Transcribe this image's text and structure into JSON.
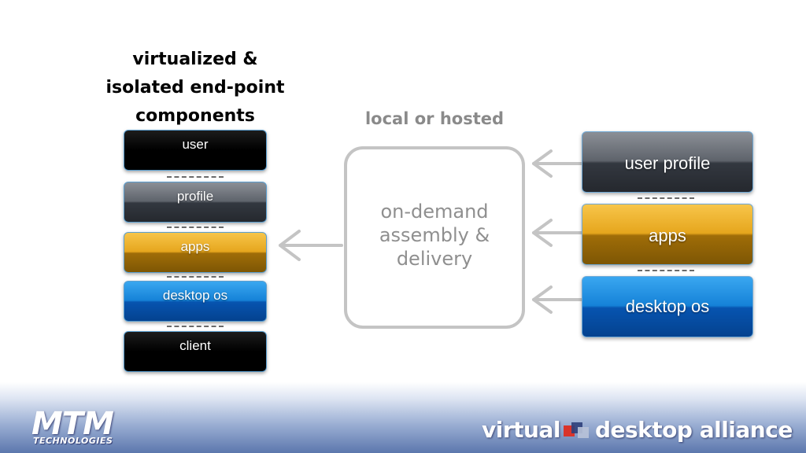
{
  "title": {
    "line1": "virtualized &",
    "line2": "isolated end-point",
    "line3": "components"
  },
  "left_stack": [
    {
      "label": "user",
      "style": "black"
    },
    {
      "label": "profile",
      "style": "grey"
    },
    {
      "label": "apps",
      "style": "gold"
    },
    {
      "label": "desktop os",
      "style": "blue"
    },
    {
      "label": "client",
      "style": "black"
    }
  ],
  "hosted_label": "local or hosted",
  "center": {
    "line1": "on-demand",
    "line2": "assembly &",
    "line3": "delivery"
  },
  "right_stack": [
    {
      "label": "user profile",
      "style": "grey"
    },
    {
      "label": "apps",
      "style": "gold"
    },
    {
      "label": "desktop os",
      "style": "blue"
    }
  ],
  "footer": {
    "mtm_logo_main": "MTM",
    "mtm_logo_sub": "TECHNOLOGIES",
    "vda_part1": "virtual",
    "vda_part2": "desktop alliance"
  },
  "colors": {
    "accent_gold": "#e6a61d",
    "accent_blue": "#1582d8",
    "border_grey": "#c4c4c4"
  }
}
